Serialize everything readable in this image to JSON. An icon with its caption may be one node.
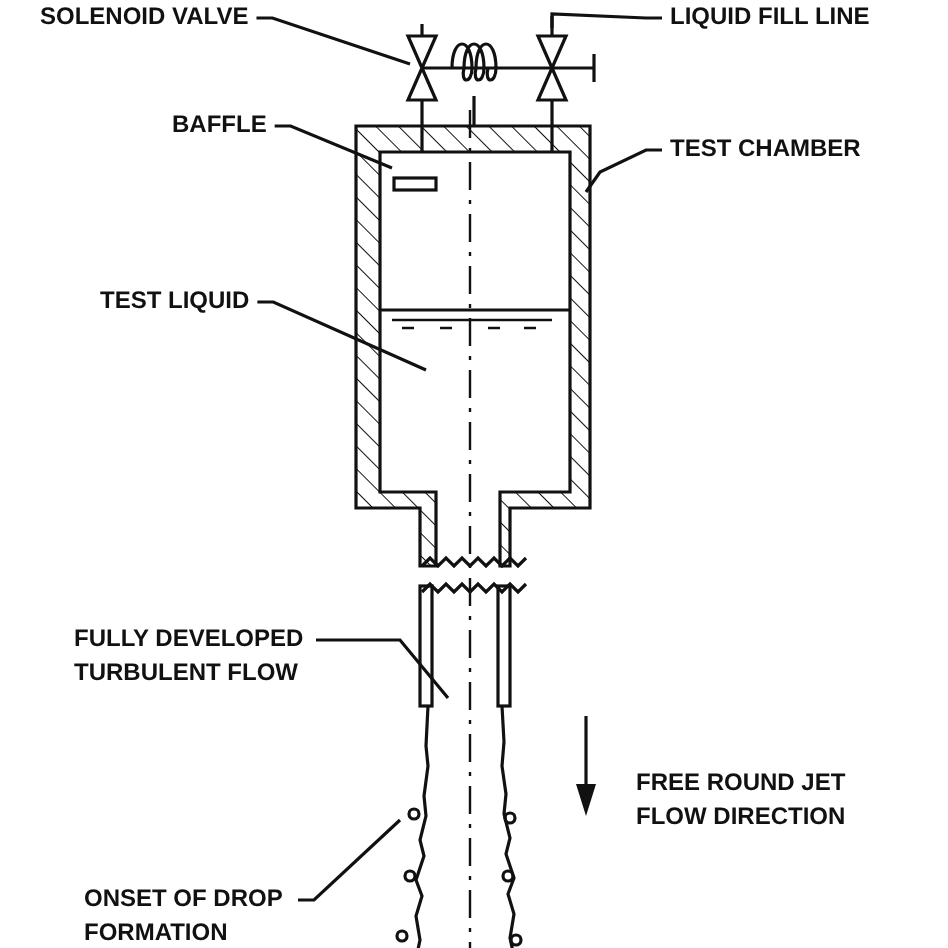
{
  "diagram": {
    "nodes": [
      {
        "text": [
          "SOLENOID VALVE"
        ]
      },
      {
        "text": [
          "LIQUID FILL LINE"
        ]
      },
      {
        "text": [
          "BAFFLE"
        ]
      },
      {
        "text": [
          "TEST CHAMBER"
        ]
      },
      {
        "text": [
          "TEST LIQUID"
        ]
      },
      {
        "text": [
          "FULLY DEVELOPED TURBULENT FLOW"
        ]
      },
      {
        "text": [
          "ONSET OF DROP FORMATION"
        ]
      }
    ],
    "edges": [
      {
        "from": 0,
        "to": null,
        "arrow": "none"
      },
      {
        "from": 1,
        "to": null,
        "arrow": "none"
      },
      {
        "from": 2,
        "to": null,
        "arrow": "none"
      },
      {
        "from": 3,
        "to": null,
        "arrow": "none"
      },
      {
        "from": 4,
        "to": null,
        "arrow": "none"
      },
      {
        "from": 5,
        "to": null,
        "arrow": "none"
      },
      {
        "from": 6,
        "to": null,
        "arrow": "none"
      }
    ],
    "labels": [
      "FREE ROUND JET FLOW DIRECTION"
    ]
  }
}
